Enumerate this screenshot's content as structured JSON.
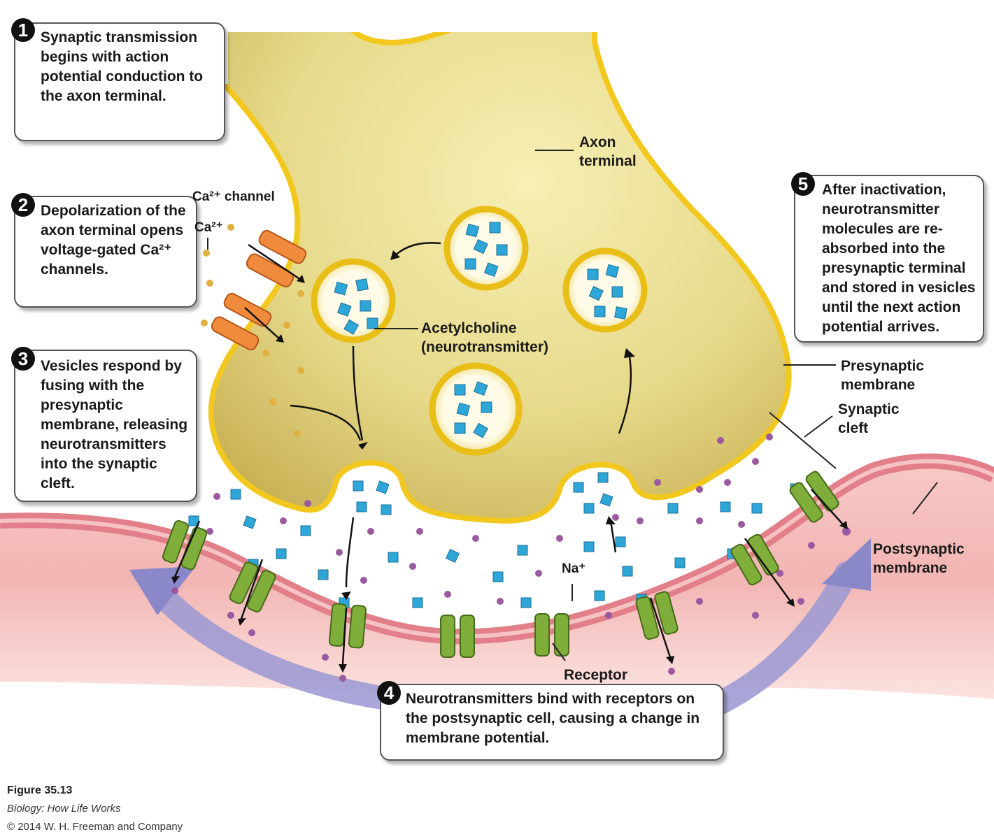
{
  "steps": [
    {
      "num": "1",
      "text": "Synaptic transmission begins with action potential conduction to the axon terminal."
    },
    {
      "num": "2",
      "text": "Depolarization of the axon terminal opens voltage-gated Ca²⁺ channels."
    },
    {
      "num": "3",
      "text": "Vesicles respond by fusing with the presynaptic membrane, releasing neurotransmitters into the synaptic cleft."
    },
    {
      "num": "4",
      "text": "Neurotransmitters bind with receptors on the postsynaptic cell, causing a change in membrane potential."
    },
    {
      "num": "5",
      "text": "After inactivation, neurotransmitter molecules are re-absorbed into the presynaptic terminal and stored in vesicles until the next action potential arrives."
    }
  ],
  "labels": {
    "axon_terminal": "Axon\nterminal",
    "ca_channel": "Ca²⁺ channel",
    "ca_ion": "Ca²⁺",
    "acetylcholine": "Acetylcholine\n(neurotransmitter)",
    "presynaptic_membrane": "Presynaptic\nmembrane",
    "synaptic_cleft": "Synaptic\ncleft",
    "postsynaptic_membrane": "Postsynaptic\nmembrane",
    "na_ion": "Na⁺",
    "receptor": "Receptor"
  },
  "caption": {
    "figure": "Figure 35.13",
    "book": "Biology: How Life Works",
    "copyright": "© 2014 W. H. Freeman and Company"
  },
  "colors": {
    "axon_fill": "#ddd07a",
    "axon_outline": "#f2c81e",
    "postsynaptic": "#e98a90",
    "receptor": "#7fae3a",
    "ca_channel": "#f08a3c",
    "neurotransmitter": "#2fa6d8",
    "na_ion": "#9a5aa0",
    "ca_ion_dot": "#e0b040",
    "flow_arrow": "#8e8ccc"
  }
}
